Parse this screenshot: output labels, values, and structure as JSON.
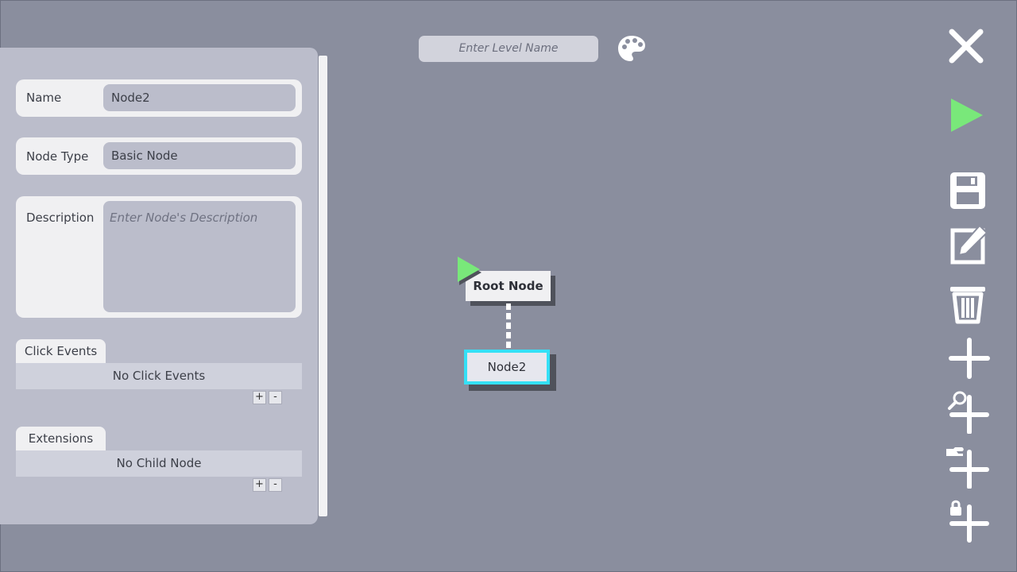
{
  "panel": {
    "name_label": "Name",
    "name_value": "Node2",
    "type_label": "Node Type",
    "type_value": "Basic Node",
    "desc_label": "Description",
    "desc_placeholder": "Enter Node's Description",
    "click_events": {
      "tab": "Click Events",
      "empty_text": "No Click Events",
      "add": "+",
      "remove": "-"
    },
    "extensions": {
      "tab": "Extensions",
      "empty_text": "No Child Node",
      "add": "+",
      "remove": "-"
    }
  },
  "topbar": {
    "level_placeholder": "Enter Level Name",
    "palette_icon": "palette-icon"
  },
  "graph": {
    "root_node": "Root Node",
    "child_node": "Node2",
    "selected_color": "#34e0f6",
    "start_color": "#79e87a"
  },
  "toolbar": {
    "icons": [
      "close-icon",
      "play-icon",
      "save-icon",
      "edit-icon",
      "delete-icon",
      "add-node-icon",
      "add-search-node-icon",
      "add-hand-node-icon",
      "add-lock-node-icon"
    ]
  }
}
